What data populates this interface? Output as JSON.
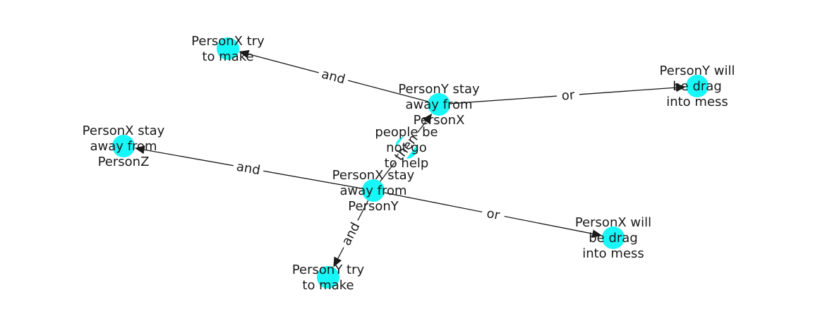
{
  "nodes": [
    {
      "id": "py_stay_px",
      "lines": [
        "PersonY stay",
        "away from",
        "PersonX"
      ]
    },
    {
      "id": "px_try",
      "lines": [
        "PersonX try",
        "to make"
      ]
    },
    {
      "id": "py_drag",
      "lines": [
        "PersonY will",
        "be drag",
        "into mess"
      ]
    },
    {
      "id": "people",
      "lines": [
        "people be",
        "not go",
        "to help"
      ]
    },
    {
      "id": "px_stay_pz",
      "lines": [
        "PersonX stay",
        "away from",
        "PersonZ"
      ]
    },
    {
      "id": "px_stay_py",
      "lines": [
        "PersonX stay",
        "away from",
        "PersonY"
      ]
    },
    {
      "id": "px_drag",
      "lines": [
        "PersonX will",
        "be drag",
        "into mess"
      ]
    },
    {
      "id": "py_try",
      "lines": [
        "PersonY try",
        "to make"
      ]
    }
  ],
  "edges": [
    {
      "id": "e1",
      "from": "py_stay_px",
      "to": "px_try",
      "label": "and"
    },
    {
      "id": "e2",
      "from": "py_stay_px",
      "to": "py_drag",
      "label": "or"
    },
    {
      "id": "e3",
      "from": "px_stay_py",
      "to": "px_stay_pz",
      "label": "and"
    },
    {
      "id": "e4",
      "from": "px_stay_py",
      "to": "px_drag",
      "label": "or"
    },
    {
      "id": "e5",
      "from": "px_stay_py",
      "to": "py_try",
      "label": "and"
    },
    {
      "id": "e6",
      "from": "px_stay_py",
      "to": "py_stay_px",
      "label": "then"
    }
  ],
  "colors": {
    "node": "#17f7f7",
    "edge": "#1a1a1a",
    "text": "#1a1a1a"
  }
}
